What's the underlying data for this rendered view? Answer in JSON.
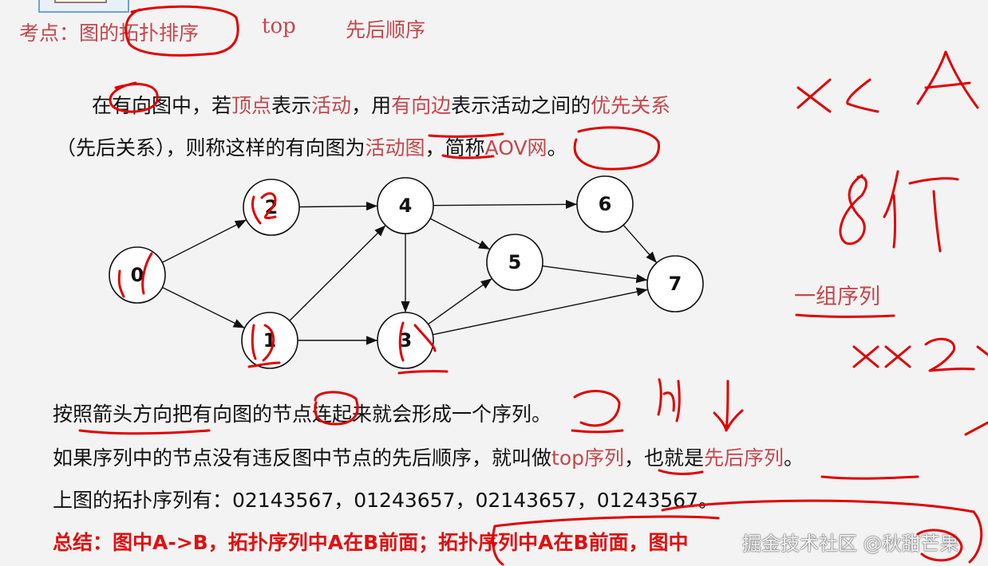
{
  "header": {
    "label": "考点：",
    "topic": "图的拓扑排序",
    "keyword_top": "top",
    "keyword_order": "先后顺序"
  },
  "intro": {
    "line1": [
      {
        "text": "在有向图中，若",
        "accent": false
      },
      {
        "text": "顶点",
        "accent": true
      },
      {
        "text": "表示",
        "accent": false
      },
      {
        "text": "活动",
        "accent": true
      },
      {
        "text": "，用",
        "accent": false
      },
      {
        "text": "有向边",
        "accent": true
      },
      {
        "text": "表示活动之间的",
        "accent": false
      },
      {
        "text": "优先关系",
        "accent": true
      }
    ],
    "line2": [
      {
        "text": "（先后关系），则称这样的有向图为",
        "accent": false
      },
      {
        "text": "活动图",
        "accent": true
      },
      {
        "text": "，简称",
        "accent": false
      },
      {
        "text": "AOV网",
        "accent": true
      },
      {
        "text": "。",
        "accent": false
      }
    ]
  },
  "graph": {
    "nodes": [
      "0",
      "1",
      "2",
      "3",
      "4",
      "5",
      "6",
      "7"
    ],
    "edges": [
      [
        "0",
        "2"
      ],
      [
        "0",
        "1"
      ],
      [
        "2",
        "4"
      ],
      [
        "1",
        "4"
      ],
      [
        "1",
        "3"
      ],
      [
        "4",
        "6"
      ],
      [
        "4",
        "5"
      ],
      [
        "4",
        "3"
      ],
      [
        "3",
        "5"
      ],
      [
        "3",
        "7"
      ],
      [
        "5",
        "7"
      ],
      [
        "6",
        "7"
      ]
    ]
  },
  "body": {
    "line1": "按照箭头方向把有向图的节点连起来就会形成一个序列。",
    "line2": [
      {
        "text": "如果序列中的节点没有违反图中节点的先后顺序，就叫做",
        "accent": false
      },
      {
        "text": "top序列",
        "accent": true
      },
      {
        "text": "，也就是",
        "accent": false
      },
      {
        "text": "先后序列",
        "accent": true
      },
      {
        "text": "。",
        "accent": false
      }
    ],
    "line3": "上图的拓扑序列有：02143567，01243657，02143657，01243567。",
    "summary": "总结：图中A->B，拓扑序列中A在B前面；拓扑序列中A在B前面，图中"
  },
  "annotations": {
    "group_sequence": "一组序列"
  },
  "watermark": "掘金技术社区 @秋甜芒果",
  "colors": {
    "accent": "#c4474c",
    "summary": "#e01010",
    "ink": "#e00000",
    "background": "#f3f3f3"
  }
}
